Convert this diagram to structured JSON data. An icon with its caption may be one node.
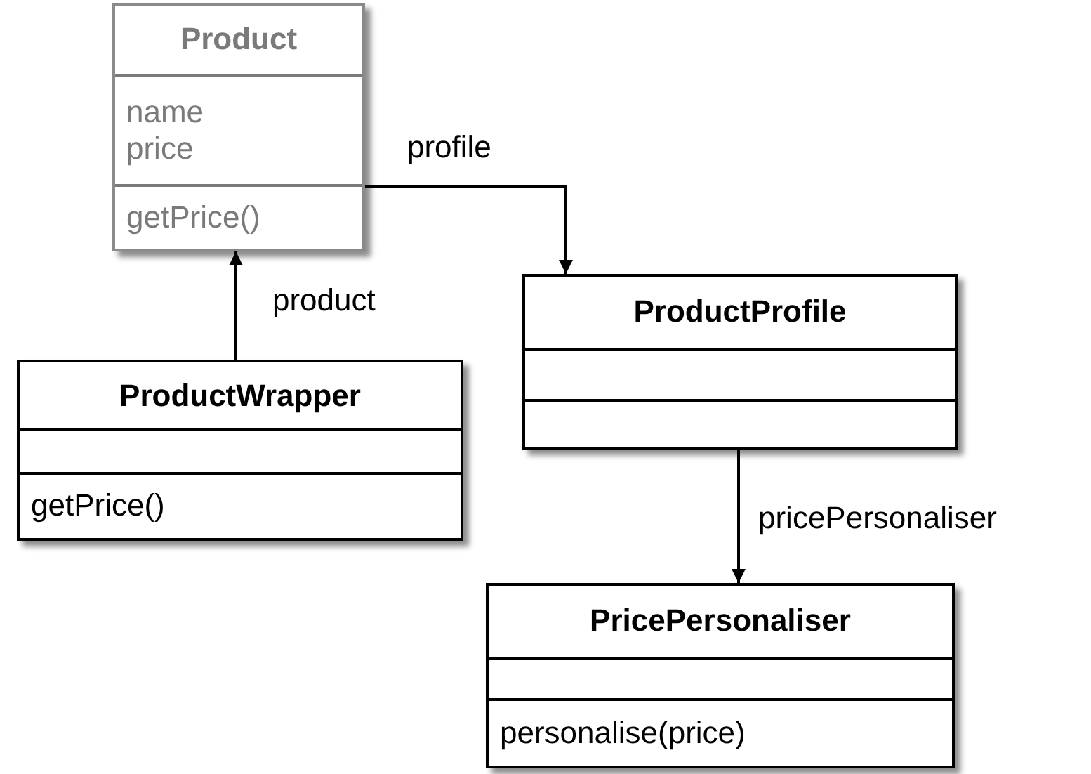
{
  "diagram": {
    "nodes": [
      {
        "text": [
          "Product",
          "name",
          "price",
          "getPrice()"
        ]
      },
      {
        "text": [
          "ProductWrapper",
          "getPrice()"
        ]
      },
      {
        "text": [
          "ProductProfile"
        ]
      },
      {
        "text": [
          "PricePersonaliser",
          "personalise(price)"
        ]
      }
    ],
    "edges": [
      {
        "from": 1,
        "to": 0,
        "arrow": "to",
        "label": "product"
      },
      {
        "from": 0,
        "to": 2,
        "arrow": "to",
        "label": "profile"
      },
      {
        "from": 2,
        "to": 3,
        "arrow": "to",
        "label": "pricePersonaliser"
      }
    ]
  }
}
